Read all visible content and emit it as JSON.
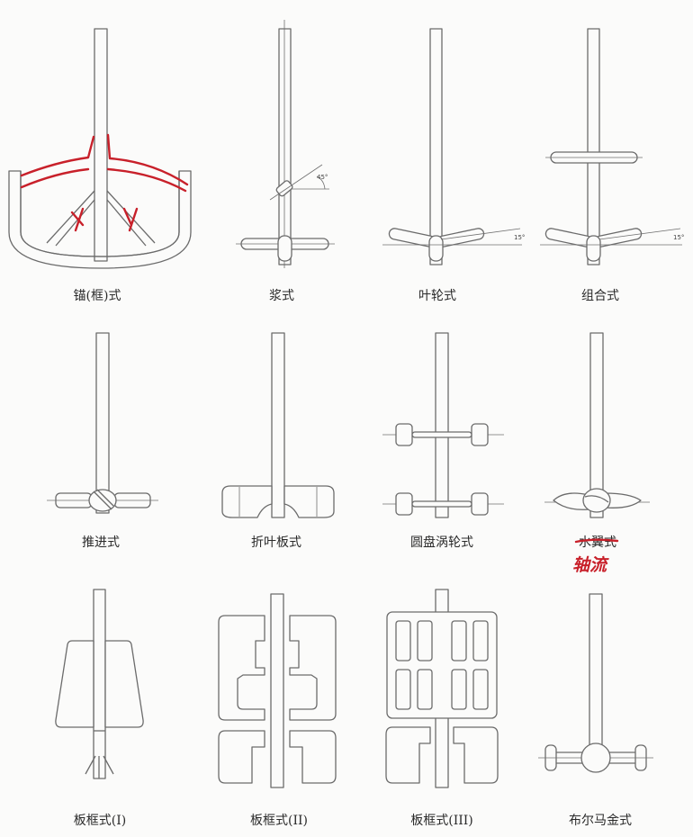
{
  "labels": {
    "anchor": "锚(框)式",
    "paddle": "浆式",
    "impeller": "叶轮式",
    "combined": "组合式",
    "propeller": "推进式",
    "folded": "折叶板式",
    "disc_turbine": "圆盘涡轮式",
    "hydrofoil": "水翼式",
    "frame1": "板框式(I)",
    "frame2": "板框式(II)",
    "frame3": "板框式(III)",
    "brumagin": "布尔马金式"
  },
  "angles": {
    "paddle": "45°",
    "impeller": "15°",
    "combined": "15°"
  },
  "handwriting": {
    "hydrofoil_note": "轴流"
  },
  "colors": {
    "outline": "#6b6b6b",
    "annotation_red": "#c8202a",
    "background": "#fbfbfa"
  }
}
